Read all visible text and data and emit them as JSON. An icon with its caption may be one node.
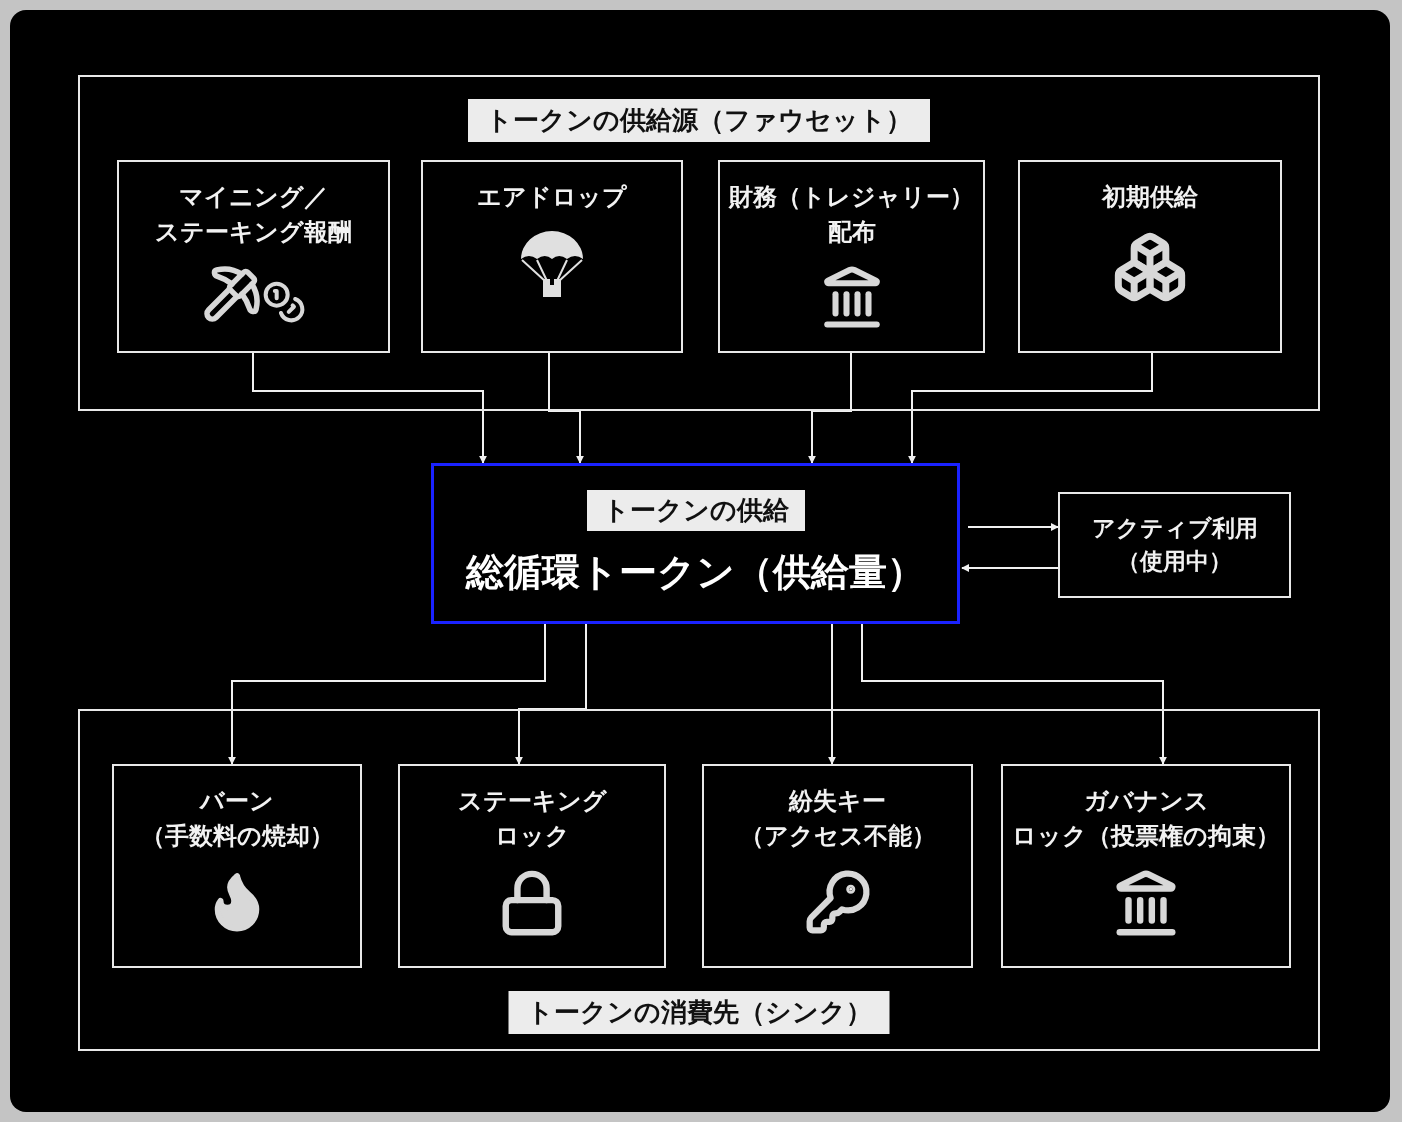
{
  "diagram": {
    "nodes": [
      {
        "text": [
          "トークンの供給源（ファウセット）"
        ]
      },
      {
        "text": [
          "マイニング／ステーキング報酬"
        ],
        "in": 0
      },
      {
        "text": [
          "エアドロップ"
        ],
        "in": 0
      },
      {
        "text": [
          "財務（トレジャリー）配布"
        ],
        "in": 0
      },
      {
        "text": [
          "初期供給"
        ],
        "in": 0
      },
      {
        "text": [
          "トークンの供給",
          "総循環トークン（供給量）"
        ]
      },
      {
        "text": [
          "アクティブ利用（使用中）"
        ]
      },
      {
        "text": [
          "トークンの消費先（シンク）"
        ]
      },
      {
        "text": [
          "バーン（手数料の焼却）"
        ],
        "in": 7
      },
      {
        "text": [
          "ステーキングロック"
        ],
        "in": 7
      },
      {
        "text": [
          "紛失キー（アクセス不能）"
        ],
        "in": 7
      },
      {
        "text": [
          "ガバナンスロック（投票権の拘束）"
        ],
        "in": 7
      }
    ],
    "edges": [
      {
        "from": 1,
        "to": 5,
        "arrow": "to"
      },
      {
        "from": 2,
        "to": 5,
        "arrow": "to"
      },
      {
        "from": 3,
        "to": 5,
        "arrow": "to"
      },
      {
        "from": 4,
        "to": 5,
        "arrow": "to"
      },
      {
        "from": 5,
        "to": 6,
        "arrow": "to"
      },
      {
        "from": 6,
        "to": 5,
        "arrow": "to"
      },
      {
        "from": 5,
        "to": 8,
        "arrow": "to"
      },
      {
        "from": 5,
        "to": 9,
        "arrow": "to"
      },
      {
        "from": 5,
        "to": 10,
        "arrow": "to"
      },
      {
        "from": 5,
        "to": 11,
        "arrow": "to"
      }
    ]
  }
}
